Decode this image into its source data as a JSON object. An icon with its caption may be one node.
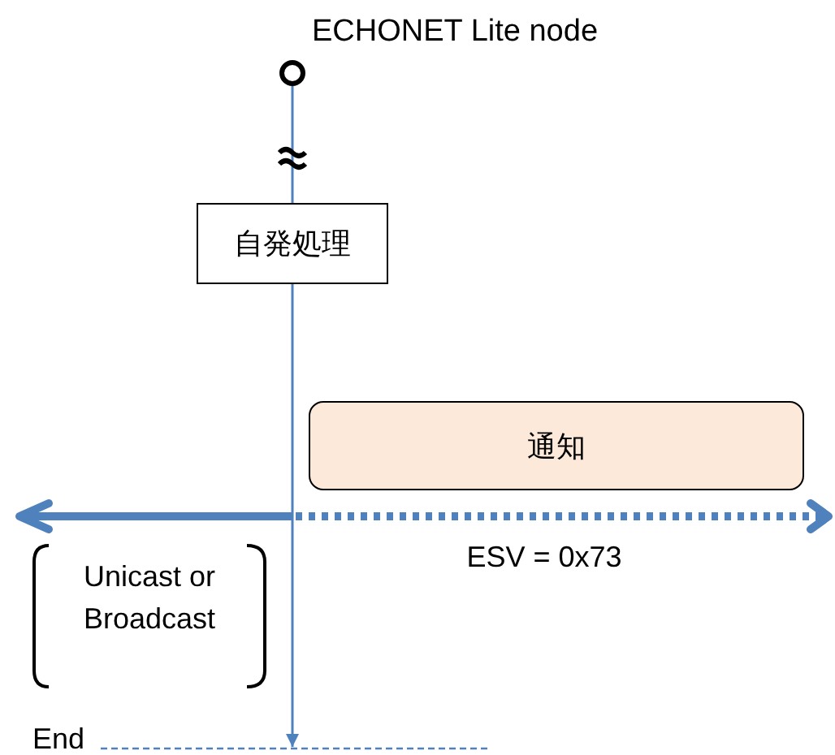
{
  "diagram": {
    "nodes": [
      {
        "text": [],
        "shape": "circle",
        "beside": [
          "ECHONET Lite node"
        ]
      },
      {
        "text": [
          "自発処理"
        ]
      },
      {
        "text": [
          "通知"
        ]
      }
    ],
    "edges": [
      {
        "from": 0,
        "to": 1,
        "arrow": "none"
      },
      {
        "from": 1,
        "to": null,
        "arrow": "to"
      }
    ],
    "labels": [
      "ESV = 0x73",
      "Unicast or Broadcast",
      "End"
    ]
  }
}
